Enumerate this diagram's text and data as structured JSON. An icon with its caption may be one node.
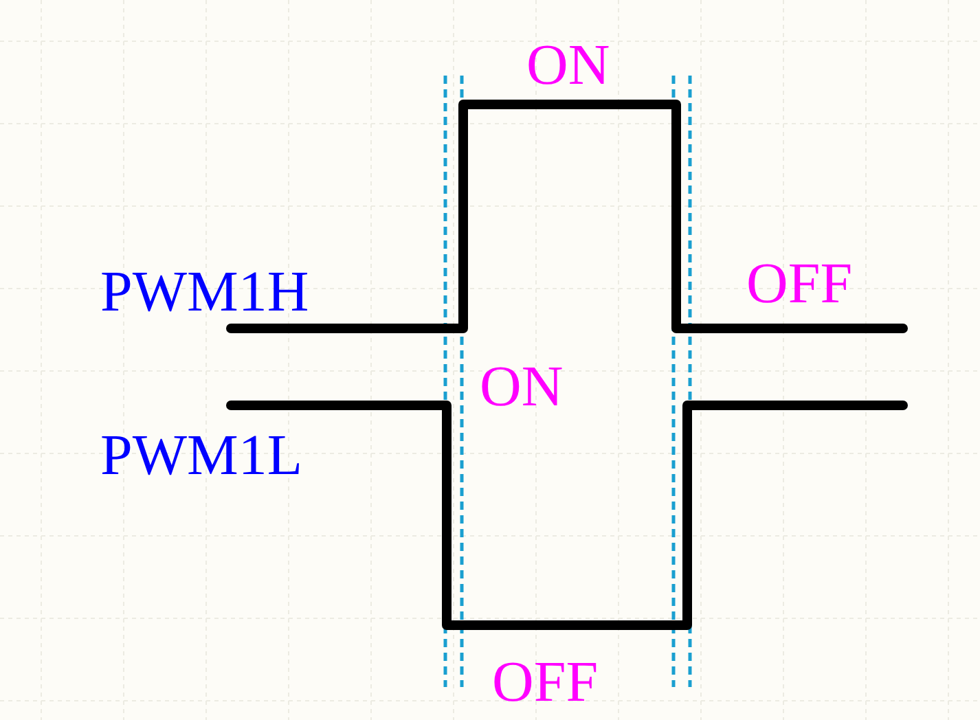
{
  "diagram": {
    "labels": [
      "ON",
      "PWM1H",
      "OFF",
      "ON",
      "PWM1L",
      "OFF"
    ]
  }
}
